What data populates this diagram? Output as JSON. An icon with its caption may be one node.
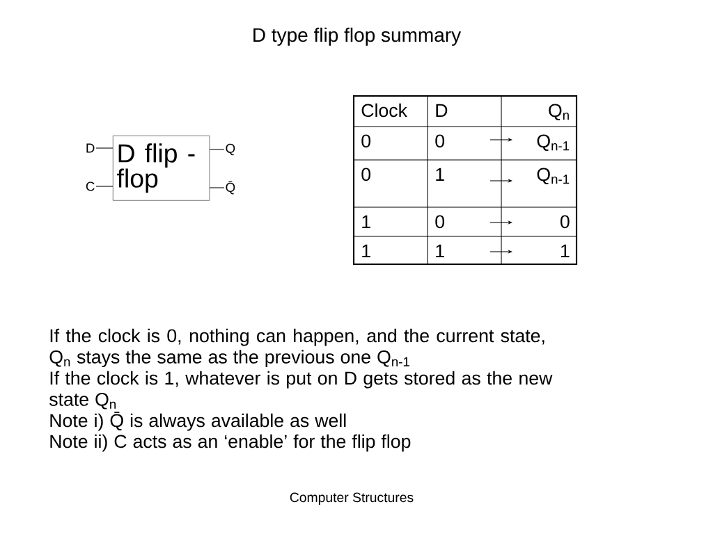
{
  "diagram": {
    "title": "D type flip flop summary",
    "caption": "Computer Structures",
    "nodes": [
      {
        "text": [
          "D flip - flop"
        ]
      },
      {
        "text": [
          "D"
        ]
      },
      {
        "text": [
          "C"
        ]
      },
      {
        "text": [
          "Q"
        ]
      },
      {
        "text": [
          "Q̄"
        ]
      }
    ],
    "edges": [
      {
        "from": 1,
        "to": 0,
        "arrow": "none"
      },
      {
        "from": 2,
        "to": 0,
        "arrow": "none"
      },
      {
        "from": 0,
        "to": 3,
        "arrow": "none"
      },
      {
        "from": 0,
        "to": 4,
        "arrow": "none"
      }
    ],
    "labels": [
      "Clock",
      "D",
      "Q$_{n}$",
      "0",
      "0",
      "Q$_{n-1}$",
      "0",
      "1",
      "Q$_{n-1}$",
      "1",
      "0",
      "0",
      "1",
      "1",
      "1",
      "If the clock is 0, nothing can happen, and the current state, Q$_{n}$ stays the same as the previous one Q$_{n-1}$",
      "If the clock is 1, whatever is put on D gets stored as the new state Q$_{n}$",
      "Note i)  Q̄ is always available as well",
      "Note ii)  C acts as an ‘enable’  for the flip flop"
    ]
  }
}
